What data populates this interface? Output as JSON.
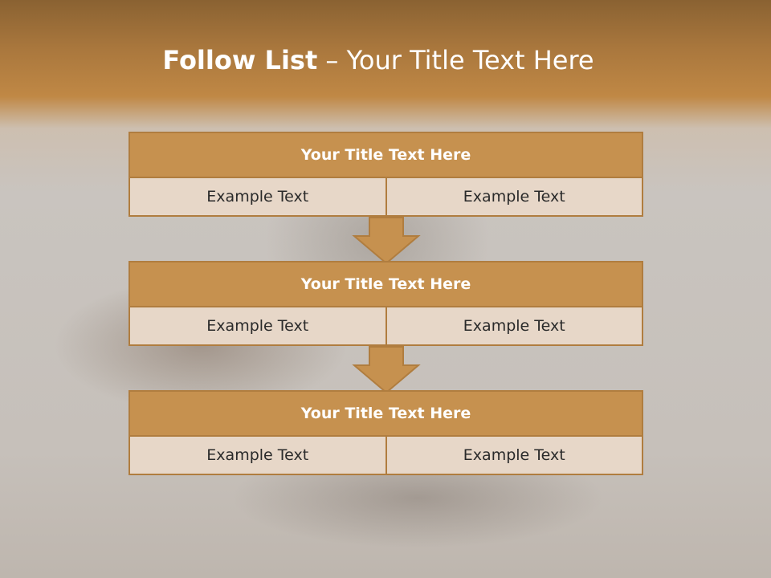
{
  "slide": {
    "title_bold": "Follow List",
    "title_rest": " – Your Title Text Here"
  },
  "blocks": [
    {
      "title": "Your Title Text Here",
      "left": "Example Text",
      "right": "Example Text"
    },
    {
      "title": "Your Title Text Here",
      "left": "Example Text",
      "right": "Example Text"
    },
    {
      "title": "Your Title Text Here",
      "left": "Example Text",
      "right": "Example Text"
    }
  ],
  "colors": {
    "title_fill": "#c6914f",
    "border": "#b07d3f",
    "cell_fill": "#e7d7c8",
    "header_band": "#b07d3f"
  }
}
